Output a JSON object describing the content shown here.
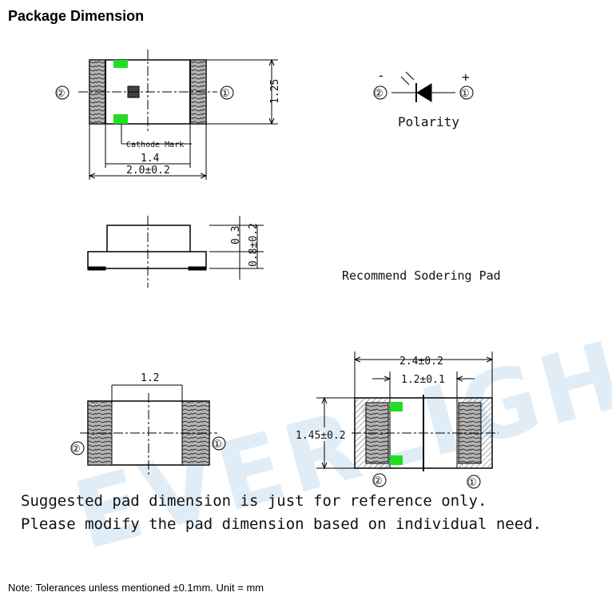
{
  "page_title": "Package Dimension",
  "labels": {
    "pin2": "②",
    "pin1": "①",
    "cathode_mark": "Cathode Mark",
    "dim_1_4": "1.4",
    "dim_2_0": "2.0±0.2",
    "dim_1_25": "1.25",
    "dim_0_3": "0.3",
    "dim_0_8": "0.8±0.2",
    "polarity": "Polarity",
    "minus": "-",
    "plus": "+",
    "recommend_pad": "Recommend Sodering Pad",
    "dim_1_2": "1.2",
    "dim_2_4": "2.4±0.2",
    "dim_1_2_tol": "1.2±0.1",
    "dim_1_45": "1.45±0.2",
    "suggest_line1": "Suggested pad dimension is just for reference only.",
    "suggest_line2": "Please modify the pad dimension based on individual need."
  },
  "watermark": "EVERLIGHT",
  "note": "Note: Tolerances unless mentioned ±0.1mm. Unit = mm",
  "colors": {
    "green_mark": "#22dd22",
    "watermark": "#c9dff0"
  }
}
